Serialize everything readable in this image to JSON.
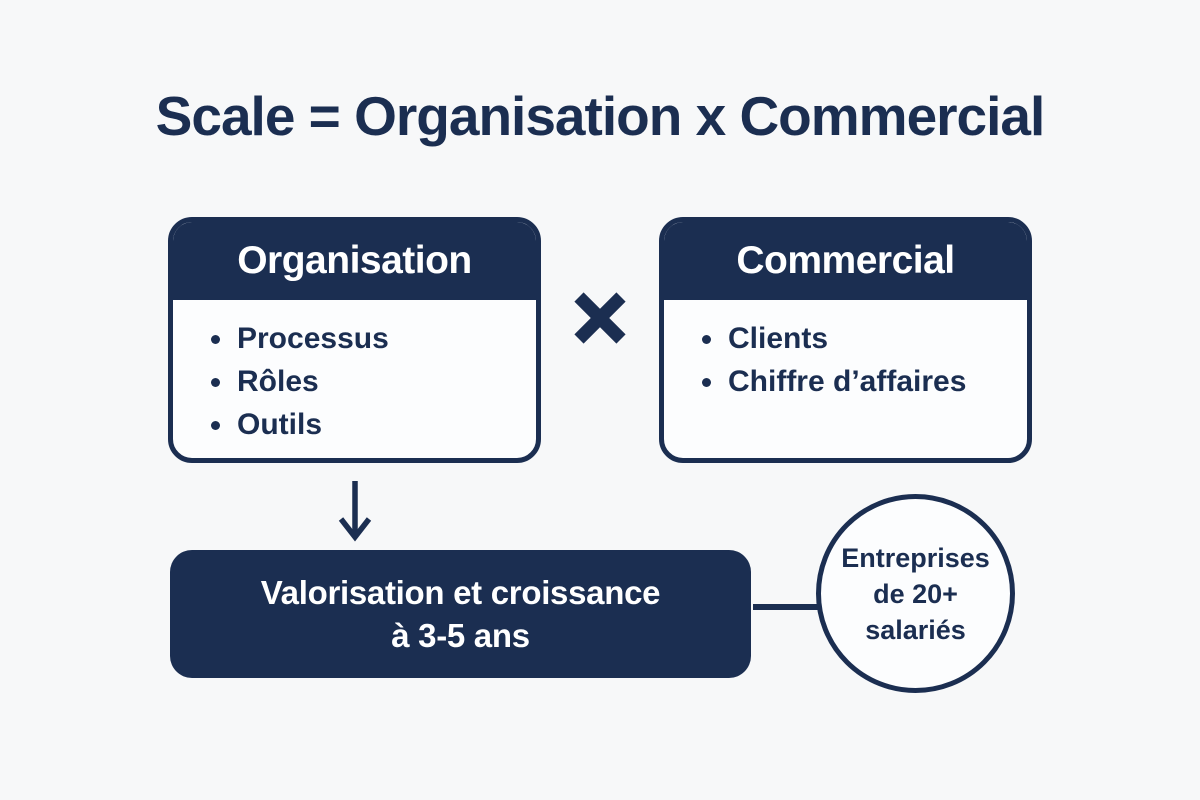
{
  "title": "Scale = Organisation x Commercial",
  "operator": "×",
  "colors": {
    "navy": "#1b2e51",
    "background": "#f7f8f9",
    "card_background": "#fcfdfe",
    "text_on_navy": "#ffffff"
  },
  "boxes": [
    {
      "header": "Organisation",
      "items": [
        "Processus",
        "Rôles",
        "Outils"
      ]
    },
    {
      "header": "Commercial",
      "items": [
        "Clients",
        "Chiffre d’affaires"
      ]
    }
  ],
  "result_box": {
    "line1": "Valorisation et croissance",
    "line2": "à 3-5 ans"
  },
  "badge_circle": {
    "line1": "Entreprises",
    "line2": "de 20+",
    "line3": "salariés"
  }
}
